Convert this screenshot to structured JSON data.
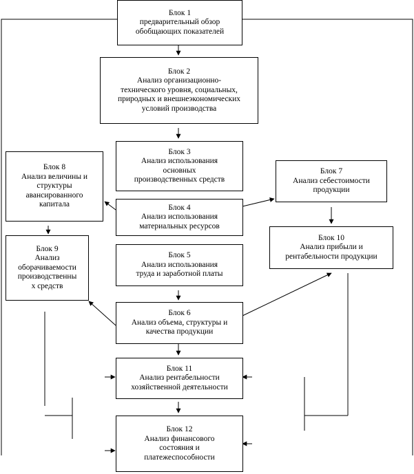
{
  "blocks": {
    "b1": [
      "Блок 1",
      "предварительный обзор",
      "обобщающих показателей"
    ],
    "b2": [
      "Блок 2",
      "Анализ организационно-",
      "технического уровня, социальных,",
      "природных и внешнеэкономических",
      "условий производства"
    ],
    "b3": [
      "Блок 3",
      "Анализ использования",
      "основных",
      "производственных средств"
    ],
    "b4": [
      "Блок 4",
      "Анализ использования",
      "материальных ресурсов"
    ],
    "b5": [
      "Блок 5",
      "Анализ использования",
      "труда и заработной платы"
    ],
    "b6": [
      "Блок 6",
      "Анализ объема, структуры и",
      "качества продукции"
    ],
    "b7": [
      "Блок 7",
      "Анализ себестоимости",
      "продукции"
    ],
    "b8": [
      "Блок 8",
      "Анализ величины и",
      "структуры",
      "авансированного",
      "капитала"
    ],
    "b9": [
      "Блок 9",
      "Анализ",
      "оборачиваемости",
      "производственны",
      "х средств"
    ],
    "b10": [
      "Блок 10",
      "Анализ прибыли и",
      "рентабельности продукции"
    ],
    "b11": [
      "Блок 11",
      "Анализ рентабельности",
      "хозяйственной деятельности"
    ],
    "b12": [
      "Блок 12",
      "Анализ финансового",
      "состояния и",
      "платежеспособности"
    ]
  }
}
